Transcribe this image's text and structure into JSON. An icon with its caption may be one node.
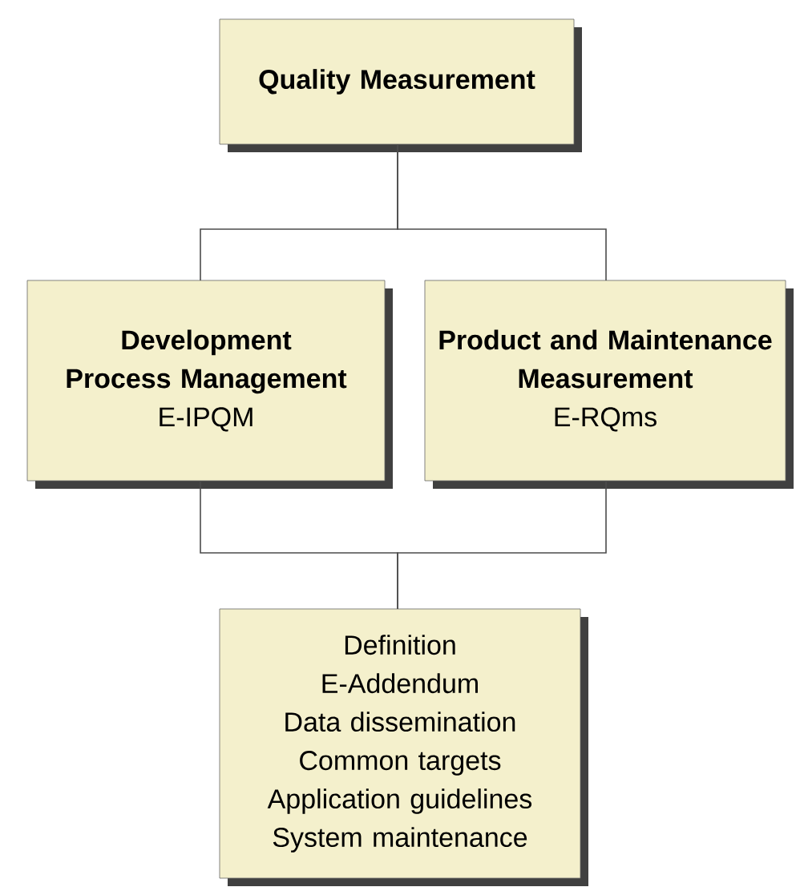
{
  "diagram": {
    "nodes": [
      {
        "text": [
          "Quality Measurement"
        ]
      },
      {
        "text": [
          "Development Process Management",
          "E-IPQM"
        ]
      },
      {
        "text": [
          "Product and Maintenance Measurement",
          "E-RQms"
        ]
      },
      {
        "text": [
          "Definition",
          "E-Addendum",
          "Data dissemination",
          "Common targets",
          "Application guidelines",
          "System maintenance"
        ]
      }
    ],
    "edges": [
      {
        "from": 0,
        "to": 1,
        "arrow": "none"
      },
      {
        "from": 0,
        "to": 2,
        "arrow": "none"
      },
      {
        "from": 1,
        "to": 3,
        "arrow": "none"
      },
      {
        "from": 2,
        "to": 3,
        "arrow": "none"
      }
    ]
  }
}
